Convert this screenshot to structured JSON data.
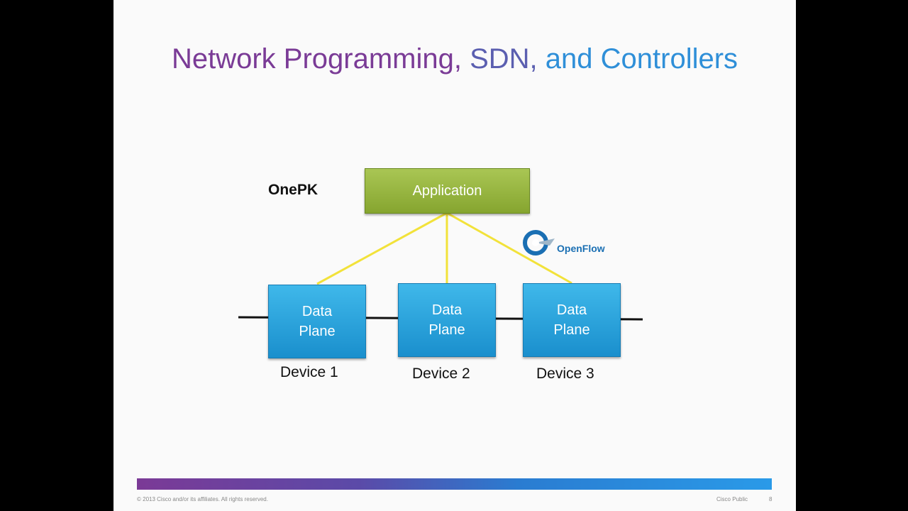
{
  "slide": {
    "title_part1": "Network Programming, ",
    "title_part2": "SDN, ",
    "title_part3": "and Controllers",
    "onepk_label": "OnePK",
    "application_label": "Application",
    "openflow_label": "OpenFlow",
    "data_planes": [
      {
        "line1": "Data",
        "line2": "Plane",
        "device": "Device 1"
      },
      {
        "line1": "Data",
        "line2": "Plane",
        "device": "Device 2"
      },
      {
        "line1": "Data",
        "line2": "Plane",
        "device": "Device 3"
      }
    ],
    "footer": {
      "copyright": "© 2013 Cisco and/or its affiliates. All rights reserved.",
      "classification": "Cisco Public",
      "page_number": "8"
    }
  },
  "colors": {
    "title_purple": "#7a3b96",
    "title_blue": "#2f8fd8",
    "application_green": "#94b43f",
    "data_plane_blue": "#2aa3dc",
    "connector_yellow": "#f2e23a"
  }
}
